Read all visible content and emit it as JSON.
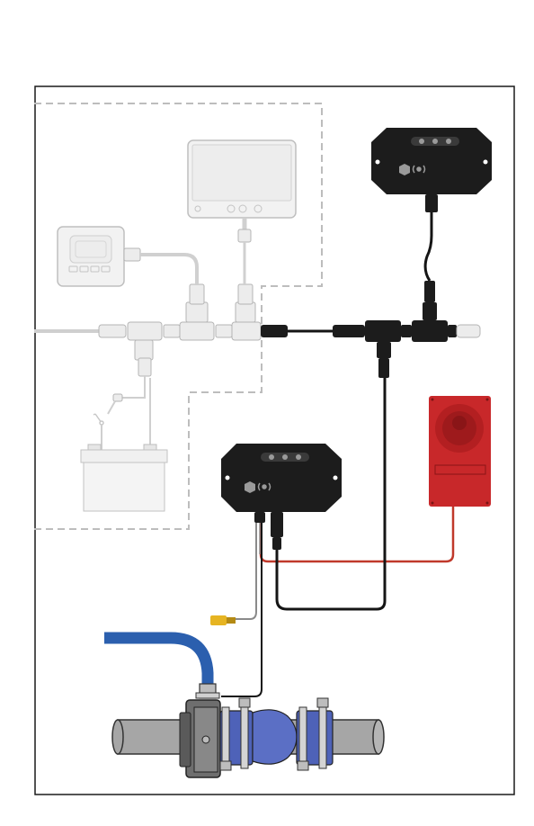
{
  "diagram": {
    "type": "wiring-diagram",
    "printed_text": [],
    "colors": {
      "frame": "#1a1a1a",
      "dashed_region": "#bdbdbd",
      "existing_network_gray": "#d9d9d9",
      "device_black": "#1c1c1c",
      "device_led": "#9a9a9a",
      "alarm_red": "#c8282a",
      "power_wire_red": "#c0392b",
      "cable_black": "#151515",
      "hose_blue": "#2b5fae",
      "pipe_gray": "#a6a6a6",
      "coupling_blue": "#4e62b8",
      "sensor_lead_yellow": "#e6b422"
    },
    "components": [
      {
        "name": "chartplotter-display",
        "group": "existing-network"
      },
      {
        "name": "gauge-display",
        "group": "existing-network"
      },
      {
        "name": "battery",
        "group": "existing-network"
      },
      {
        "name": "battery-switch",
        "group": "existing-network"
      },
      {
        "name": "network-backbone-tees",
        "group": "existing-network"
      },
      {
        "name": "gateway-module",
        "group": "added"
      },
      {
        "name": "sensor-module",
        "group": "added"
      },
      {
        "name": "network-tees-added",
        "group": "added"
      },
      {
        "name": "alarm-siren",
        "group": "added"
      },
      {
        "name": "intake-valve-with-hose",
        "group": "added"
      },
      {
        "name": "shaft-seal-coupling",
        "group": "added"
      }
    ],
    "icons": {
      "module_logo": "hexagon-logo-icon",
      "module_wifi": "signal-waves-icon"
    }
  }
}
